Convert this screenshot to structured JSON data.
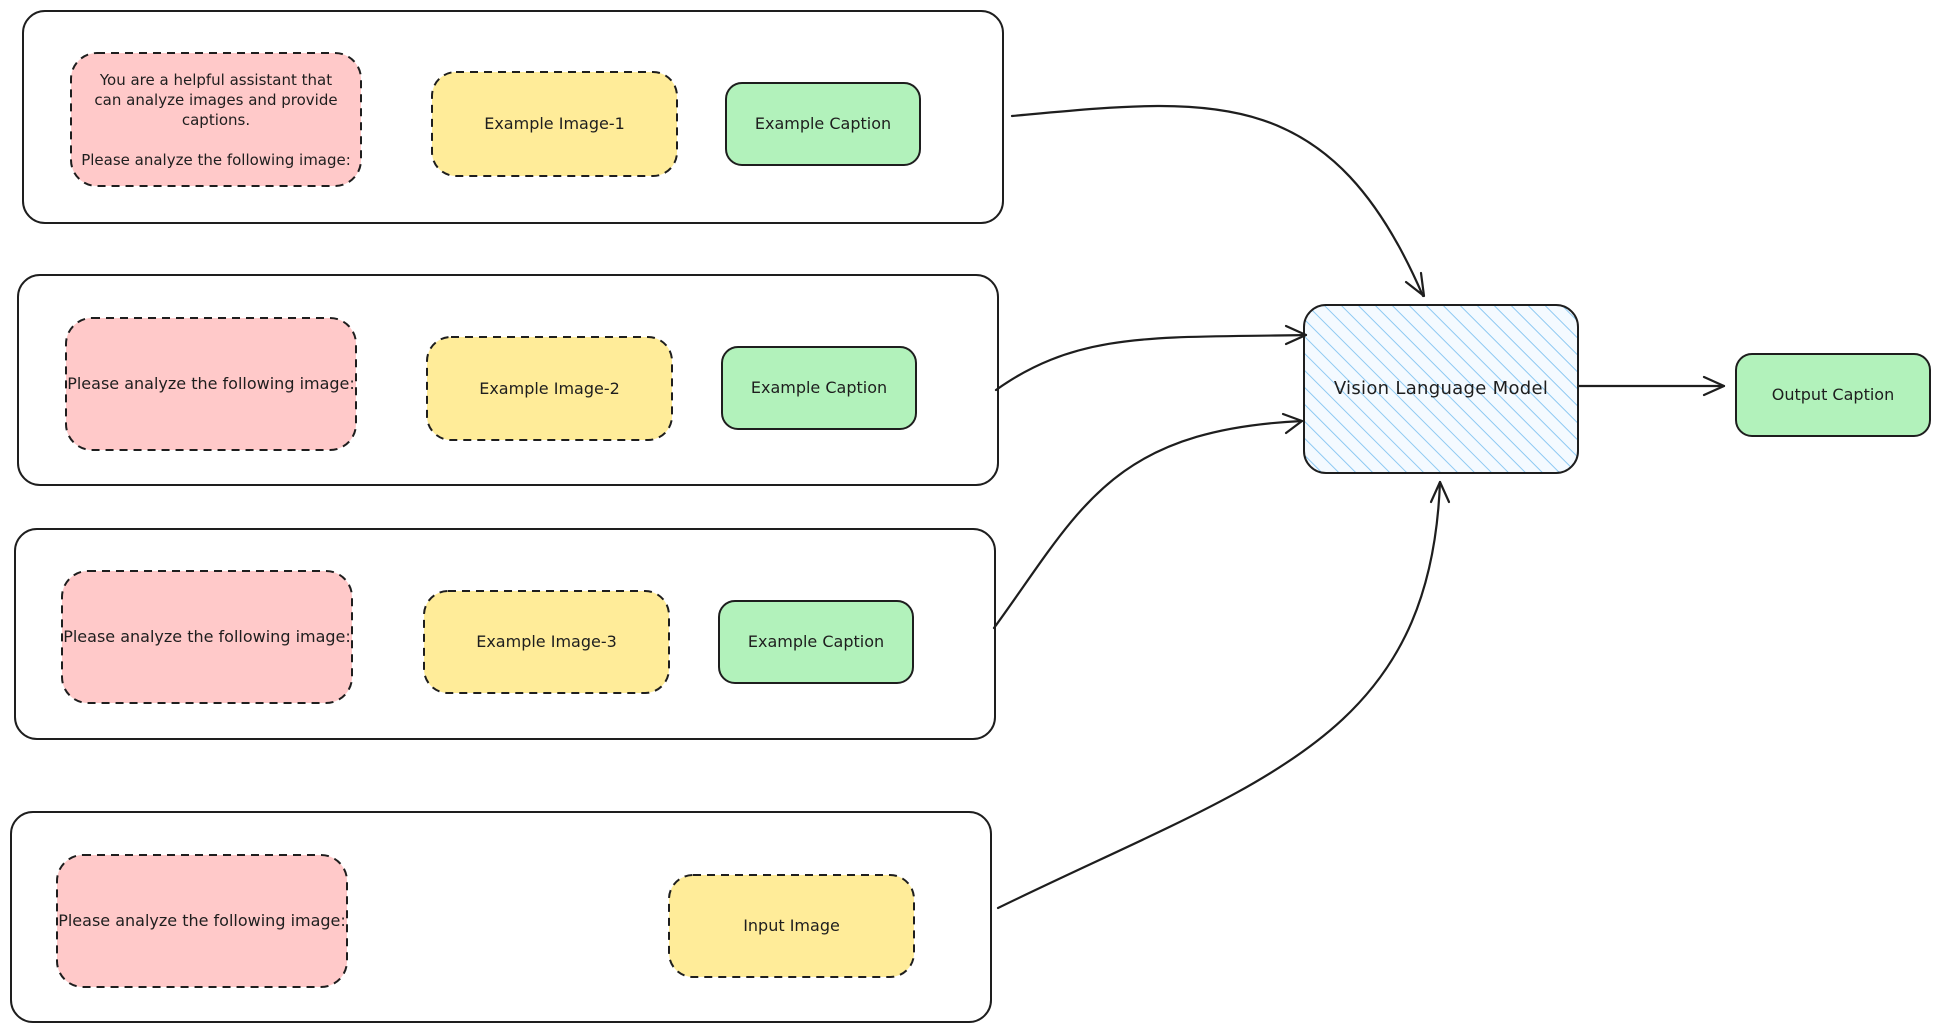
{
  "colors": {
    "frame_stroke": "#1e1e1e",
    "prompt_fill": "#ffc9c9",
    "image_fill": "#ffec99",
    "caption_fill": "#b2f2bb",
    "model_hatch": "#a5d8ff",
    "model_fill": "#f4faff"
  },
  "icons": {
    "arrow": "arrow-head"
  },
  "rows": [
    {
      "prompt": "You are a helpful assistant that\ncan analyze images and provide\ncaptions.\n\nPlease analyze the following image:",
      "image": "Example Image-1",
      "caption": "Example Caption"
    },
    {
      "prompt": "Please analyze the following image:",
      "image": "Example Image-2",
      "caption": "Example Caption"
    },
    {
      "prompt": "Please analyze the following image:",
      "image": "Example Image-3",
      "caption": "Example Caption"
    },
    {
      "prompt": "Please analyze the following image:",
      "image": "Input Image"
    }
  ],
  "model": {
    "label": "Vision Language Model"
  },
  "output": {
    "label": "Output Caption"
  }
}
